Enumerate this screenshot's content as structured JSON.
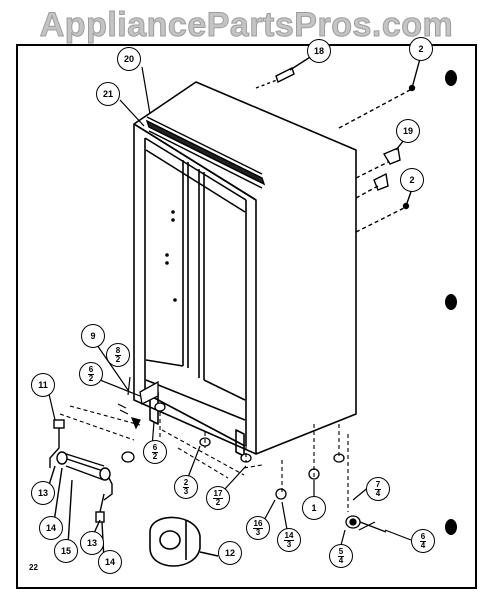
{
  "watermark": "AppliancePartsPros.com",
  "page_number": "22",
  "callouts": {
    "c20": "20",
    "c18": "18",
    "c2a": "2",
    "c21": "21",
    "c19": "19",
    "c2b": "2",
    "c9": "9",
    "c11": "11",
    "c13a": "13",
    "c14a": "14",
    "c15": "15",
    "c13b": "13",
    "c14b": "14",
    "c12": "12",
    "c1": "1",
    "c8_2": {
      "num": "8",
      "den": "2"
    },
    "c6_2a": {
      "num": "6",
      "den": "2"
    },
    "c6_2b": {
      "num": "6",
      "den": "2"
    },
    "c2_3": {
      "num": "2",
      "den": "3"
    },
    "c17_2": {
      "num": "17",
      "den": "2"
    },
    "c16_3": {
      "num": "16",
      "den": "3"
    },
    "c14_3": {
      "num": "14",
      "den": "3"
    },
    "c7_4": {
      "num": "7",
      "den": "4"
    },
    "c5_4": {
      "num": "5",
      "den": "4"
    },
    "c6_4": {
      "num": "6",
      "den": "4"
    }
  }
}
